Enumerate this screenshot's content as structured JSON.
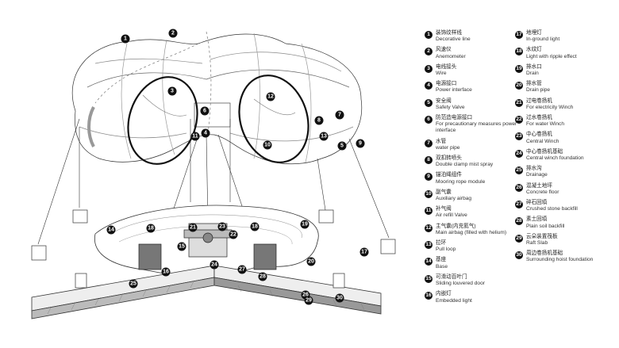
{
  "legend": [
    {
      "n": "1",
      "cn": "装饰纹样线",
      "en": "Decorative line"
    },
    {
      "n": "2",
      "cn": "风速仪",
      "en": "Anemometer"
    },
    {
      "n": "3",
      "cn": "电线接头",
      "en": "Wire"
    },
    {
      "n": "4",
      "cn": "电源接口",
      "en": "Power interface"
    },
    {
      "n": "5",
      "cn": "安全阀",
      "en": "Safety Valve"
    },
    {
      "n": "6",
      "cn": "防范造电源接口",
      "en": "For precautionary measures power interface"
    },
    {
      "n": "7",
      "cn": "水管",
      "en": "water pipe"
    },
    {
      "n": "8",
      "cn": "双扣转喷头",
      "en": "Double clamp mist spray"
    },
    {
      "n": "9",
      "cn": "锚泊绳组件",
      "en": "Mooring rope module"
    },
    {
      "n": "10",
      "cn": "副气囊",
      "en": "Auxiliary airbag"
    },
    {
      "n": "11",
      "cn": "补气阀",
      "en": "Air refill Valve"
    },
    {
      "n": "12",
      "cn": "主气囊(内充氦气)",
      "en": "Main airbag (filled with helium)"
    },
    {
      "n": "13",
      "cn": "拉环",
      "en": "Pull loop"
    },
    {
      "n": "14",
      "cn": "基座",
      "en": "Base"
    },
    {
      "n": "15",
      "cn": "可滑动百叶门",
      "en": "Sliding louvered door"
    },
    {
      "n": "16",
      "cn": "内嵌灯",
      "en": "Embedded light"
    },
    {
      "n": "17",
      "cn": "地埋灯",
      "en": "In-ground light"
    },
    {
      "n": "18",
      "cn": "水纹灯",
      "en": "Light with ripple effect"
    },
    {
      "n": "19",
      "cn": "排水口",
      "en": "Drain"
    },
    {
      "n": "20",
      "cn": "排水管",
      "en": "Drain pipe"
    },
    {
      "n": "21",
      "cn": "过电卷扬机",
      "en": "For electricity Winch"
    },
    {
      "n": "22",
      "cn": "过水卷扬机",
      "en": "For water Winch"
    },
    {
      "n": "23",
      "cn": "中心卷扬机",
      "en": "Central Winch"
    },
    {
      "n": "24",
      "cn": "中心卷扬机基础",
      "en": "Central winch foundation"
    },
    {
      "n": "25",
      "cn": "排水沟",
      "en": "Drainage"
    },
    {
      "n": "26",
      "cn": "混凝土地坪",
      "en": "Concrete floor"
    },
    {
      "n": "27",
      "cn": "碎石回填",
      "en": "Crushed stone backfill"
    },
    {
      "n": "28",
      "cn": "素土回填",
      "en": "Plain soil backfill"
    },
    {
      "n": "29",
      "cn": "云朵装置筏板",
      "en": "Raft Slab"
    },
    {
      "n": "30",
      "cn": "周边卷扬机基础",
      "en": "Surrounding hoist foundation"
    }
  ]
}
